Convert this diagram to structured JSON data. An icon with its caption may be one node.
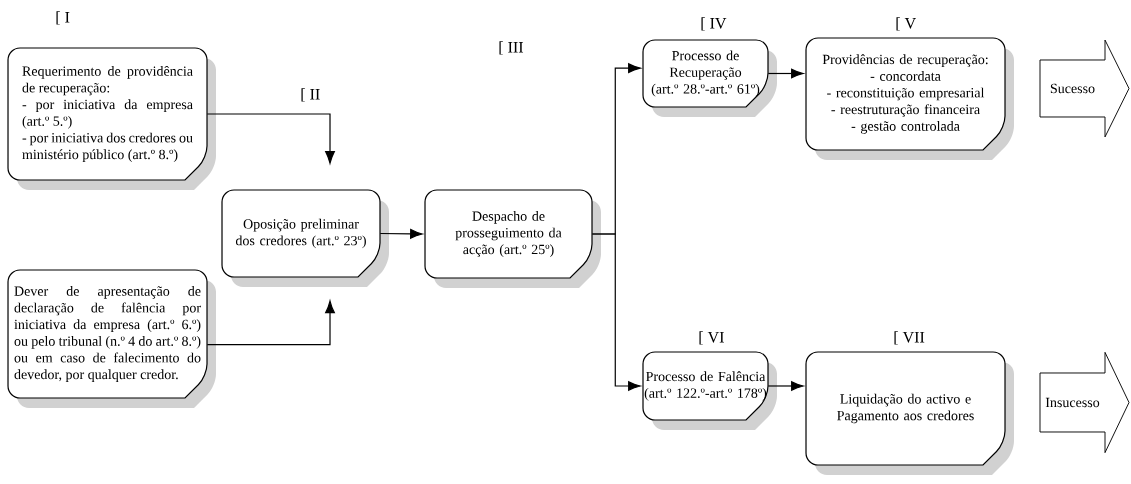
{
  "diagram": {
    "nodes": [
      {
        "text": [
          "Requerimento de providência de recuperação:",
          "- por iniciativa da empresa (art.º 5.º)",
          "- por iniciativa dos credores ou ministério público (art.º 8.º)"
        ],
        "beside": [
          "[ I"
        ]
      },
      {
        "text": [
          "Dever de apresentação de declaração de falência por iniciativa da empresa (art.º 6.º) ou pelo tribunal (n.º 4 do art.º 8.º) ou em caso de falecimento do devedor, por qualquer credor."
        ]
      },
      {
        "text": [
          "Oposição preliminar dos credores (art.º 23º)"
        ]
      },
      {
        "text": [
          "Despacho de prosseguimento da acção (art.º 25º)"
        ]
      },
      {
        "text": [
          "Processo de Recuperação (art.º 28.º-art.º 61º)"
        ],
        "beside": [
          "[ IV"
        ]
      },
      {
        "text": [
          "Providências de recuperação:",
          "- concordata",
          "- reconstituição empresarial",
          "- reestruturação financeira",
          "- gestão controlada"
        ],
        "beside": [
          "[ V"
        ]
      },
      {
        "text": [
          "Sucesso"
        ]
      },
      {
        "text": [
          "Processo de Falência (art.º 122.º-art.º 178º)"
        ],
        "beside": [
          "[ VI"
        ]
      },
      {
        "text": [
          "Liquidação do activo e Pagamento aos credores"
        ],
        "beside": [
          "[ VII"
        ]
      },
      {
        "text": [
          "Insucesso"
        ]
      }
    ],
    "edges": [
      {
        "from": 0,
        "to": 2,
        "arrow": "to"
      },
      {
        "from": 1,
        "to": 2,
        "arrow": "to"
      },
      {
        "from": 2,
        "to": 3,
        "arrow": "to"
      },
      {
        "from": 3,
        "to": 4,
        "arrow": "to"
      },
      {
        "from": 3,
        "to": 7,
        "arrow": "to"
      },
      {
        "from": 4,
        "to": 5,
        "arrow": "to"
      },
      {
        "from": 7,
        "to": 8,
        "arrow": "to"
      }
    ],
    "labels": [
      "[ II",
      "[ III"
    ]
  }
}
